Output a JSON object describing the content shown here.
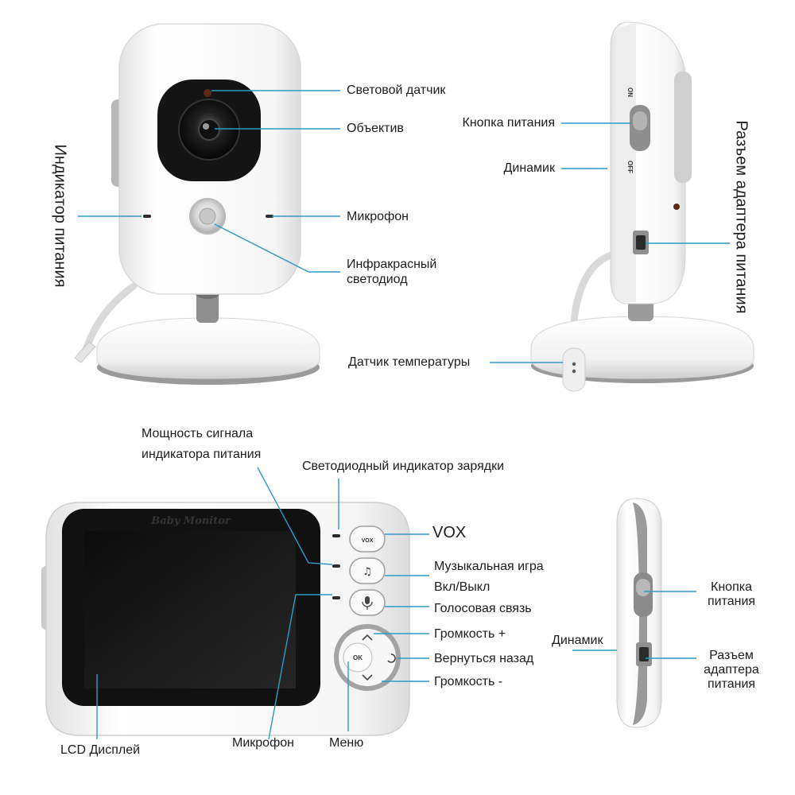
{
  "camera_front": {
    "labels": {
      "light_sensor": "Световой датчик",
      "lens": "Объектив",
      "microphone": "Микрофон",
      "ir_led_line1": "Инфракрасный",
      "ir_led_line2": "светодиод",
      "power_indicator": "Индикатор питания"
    }
  },
  "camera_side": {
    "labels": {
      "power_button": "Кнопка питания",
      "speaker": "Динамик",
      "temperature_sensor": "Датчик температуры",
      "adapter_port": "Разъем адаптера питания"
    },
    "switch_on": "ON",
    "switch_off": "OFF"
  },
  "monitor_front": {
    "brand_text": "Baby Monitor",
    "labels": {
      "signal_line1": "Мощность сигнала",
      "signal_line2": "индикатора питания",
      "charging_led": "Светодиодный индикатор зарядки",
      "vox": "VOX",
      "music_line1": "Музыкальная игра",
      "music_line2": "Вкл/Выкл",
      "voice": "Голосовая связь",
      "vol_up": "Громкость +",
      "back": "Вернуться назад",
      "vol_down": "Громкость -",
      "lcd": "LCD Дисплей",
      "microphone": "Микрофон",
      "menu": "Меню"
    },
    "buttons": {
      "vox": "VOX",
      "ok": "OK"
    }
  },
  "monitor_side": {
    "labels": {
      "power_line1": "Кнопка",
      "power_line2": "питания",
      "speaker": "Динамик",
      "adapter_line1": "Разъем",
      "adapter_line2": "адаптера",
      "adapter_line3": "питания"
    }
  },
  "colors": {
    "leader_line": "#2c9ac9",
    "device_white": "#f4f4f4",
    "device_gray": "#8a8a8a",
    "screen": "#141414"
  }
}
